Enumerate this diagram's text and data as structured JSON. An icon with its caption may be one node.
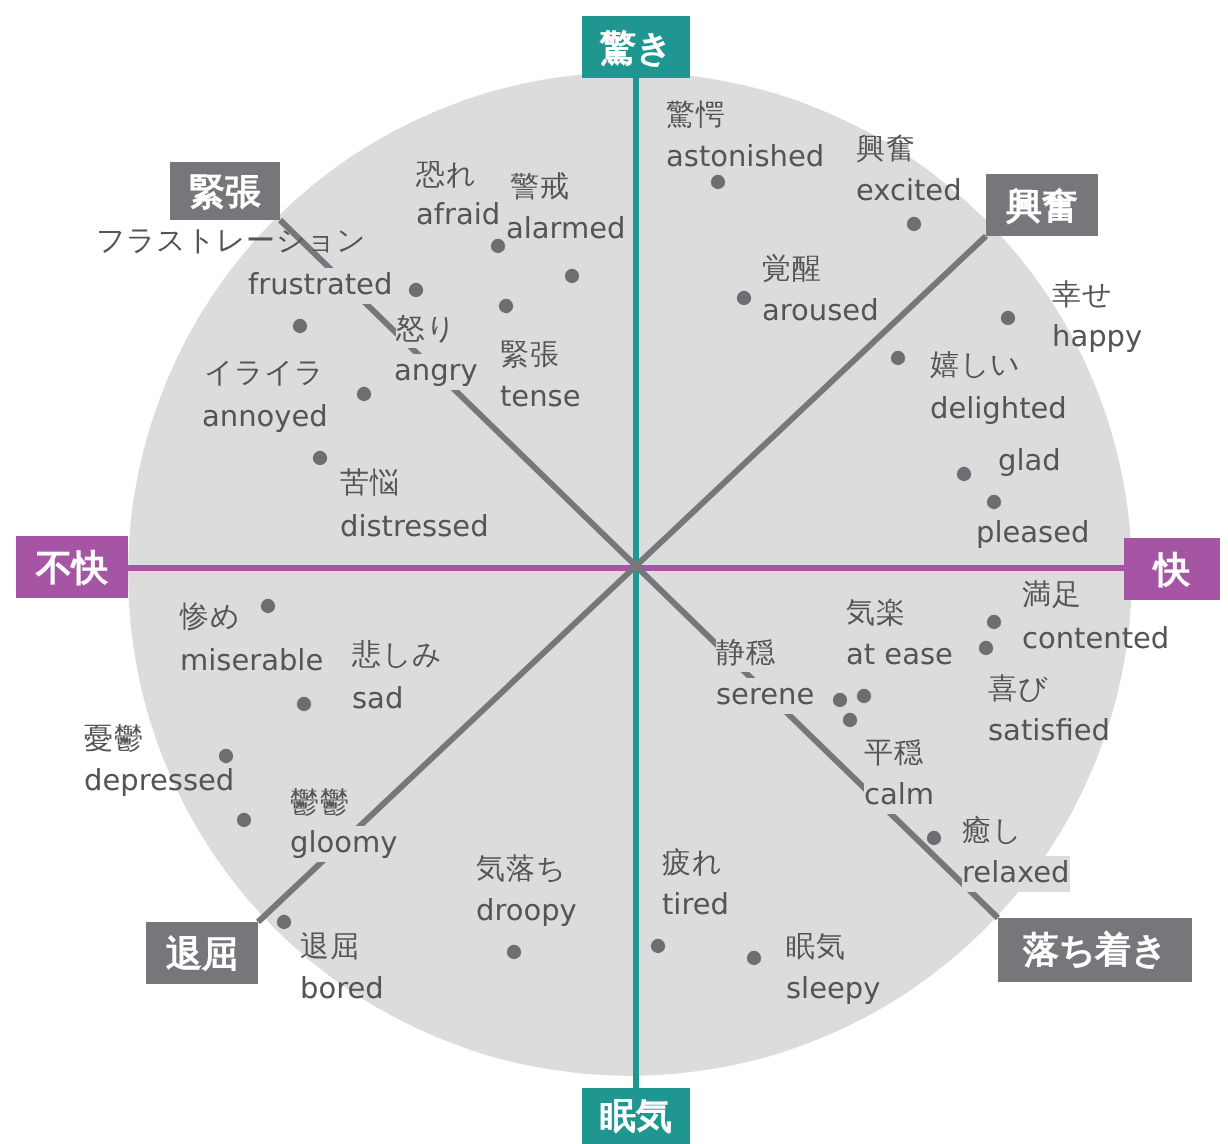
{
  "diagram": {
    "nodes": [
      {
        "text": [
          "驚き"
        ]
      },
      {
        "text": [
          "緊張"
        ]
      },
      {
        "text": [
          "興奮"
        ]
      },
      {
        "text": [
          "不快"
        ]
      },
      {
        "text": [
          "快"
        ]
      },
      {
        "text": [
          "退屈"
        ]
      },
      {
        "text": [
          "落ち着き"
        ]
      },
      {
        "text": [
          "眠気"
        ]
      }
    ],
    "edges": [
      {
        "from": 0,
        "to": 7,
        "arrow": "none",
        "color": "#1f968f"
      },
      {
        "from": 3,
        "to": 4,
        "arrow": "none",
        "color": "#a555a3"
      },
      {
        "from": 1,
        "to": 6,
        "arrow": "none"
      },
      {
        "from": 5,
        "to": 2,
        "arrow": "none"
      }
    ],
    "labels": [
      "驚愕",
      "astonished",
      "興奮",
      "excited",
      "恐れ",
      "afraid",
      "警戒",
      "alarmed",
      "フラストレーション",
      "frustrated",
      "怒り",
      "angry",
      "緊張",
      "tense",
      "覚醒",
      "aroused",
      "幸せ",
      "happy",
      "嬉しい",
      "delighted",
      "イライラ",
      "annoyed",
      "glad",
      "苦悩",
      "distressed",
      "pleased",
      "満足",
      "contented",
      "気楽",
      "at ease",
      "惨め",
      "miserable",
      "静穏",
      "serene",
      "悲しみ",
      "sad",
      "喜び",
      "satisfied",
      "憂鬱",
      "depressed",
      "平穏",
      "calm",
      "鬱鬱",
      "gloomy",
      "癒し",
      "relaxed",
      "疲れ",
      "tired",
      "気落ち",
      "droopy",
      "退屈",
      "bored",
      "眠気",
      "sleepy"
    ]
  }
}
